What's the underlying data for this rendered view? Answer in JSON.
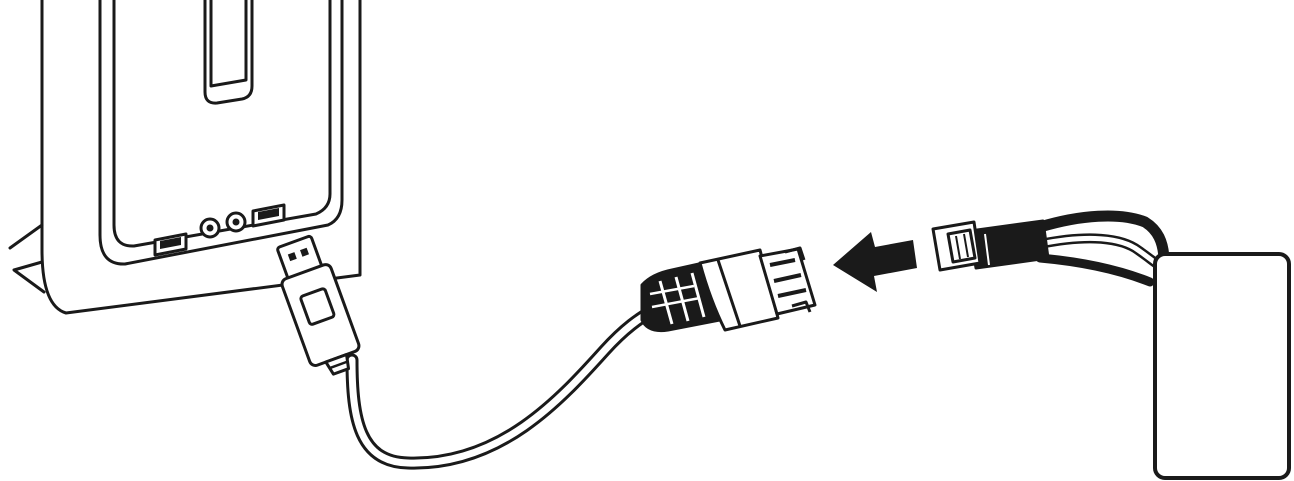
{
  "diagram": {
    "type": "connection-illustration",
    "palette": {
      "stroke": "#1a1a1a",
      "fill_dark": "#1a1a1a",
      "background": "#ffffff"
    },
    "components": [
      {
        "id": "computer-tower",
        "icon": "desktop-tower"
      },
      {
        "id": "usb-adapter",
        "icon": "usb-plug"
      },
      {
        "id": "adapter-cable",
        "icon": "cable"
      },
      {
        "id": "balance-connector",
        "icon": "jst-socket"
      },
      {
        "id": "direction-arrow",
        "icon": "arrow-left"
      },
      {
        "id": "battery-plug",
        "icon": "jst-plug"
      },
      {
        "id": "battery-pack",
        "icon": "battery"
      }
    ]
  }
}
